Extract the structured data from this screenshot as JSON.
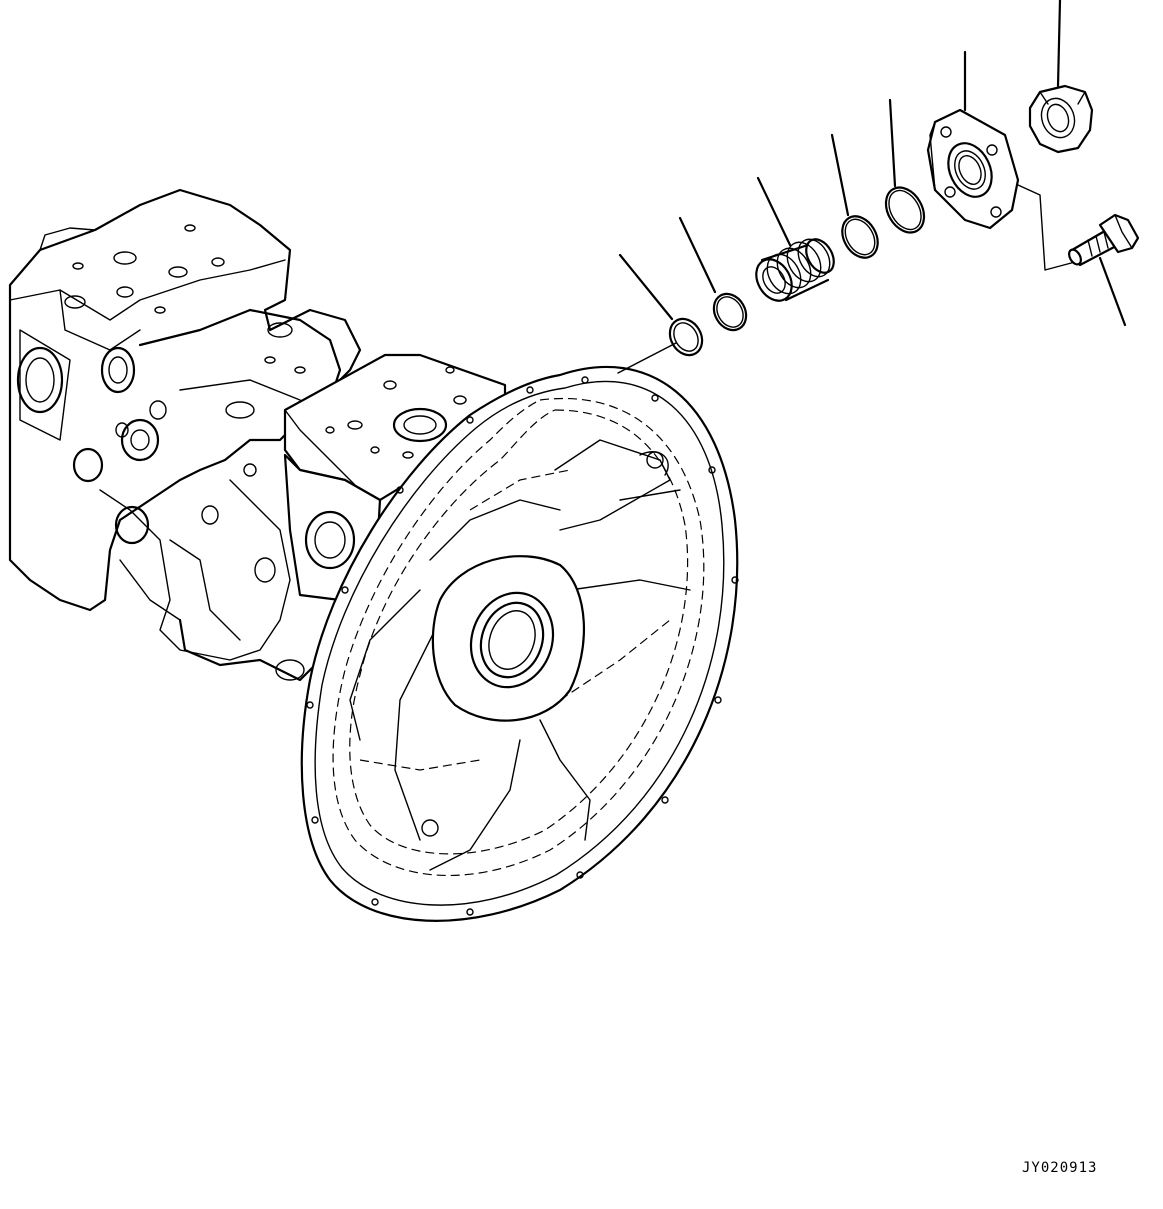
{
  "drawing_code": "JY020913",
  "parts": [
    {
      "name": "o-ring-small",
      "label": ""
    },
    {
      "name": "backup-ring",
      "label": ""
    },
    {
      "name": "threaded-elbow",
      "label": ""
    },
    {
      "name": "o-ring-medium",
      "label": ""
    },
    {
      "name": "o-ring-large",
      "label": ""
    },
    {
      "name": "flange",
      "label": ""
    },
    {
      "name": "nut",
      "label": ""
    },
    {
      "name": "bolt",
      "label": ""
    }
  ]
}
